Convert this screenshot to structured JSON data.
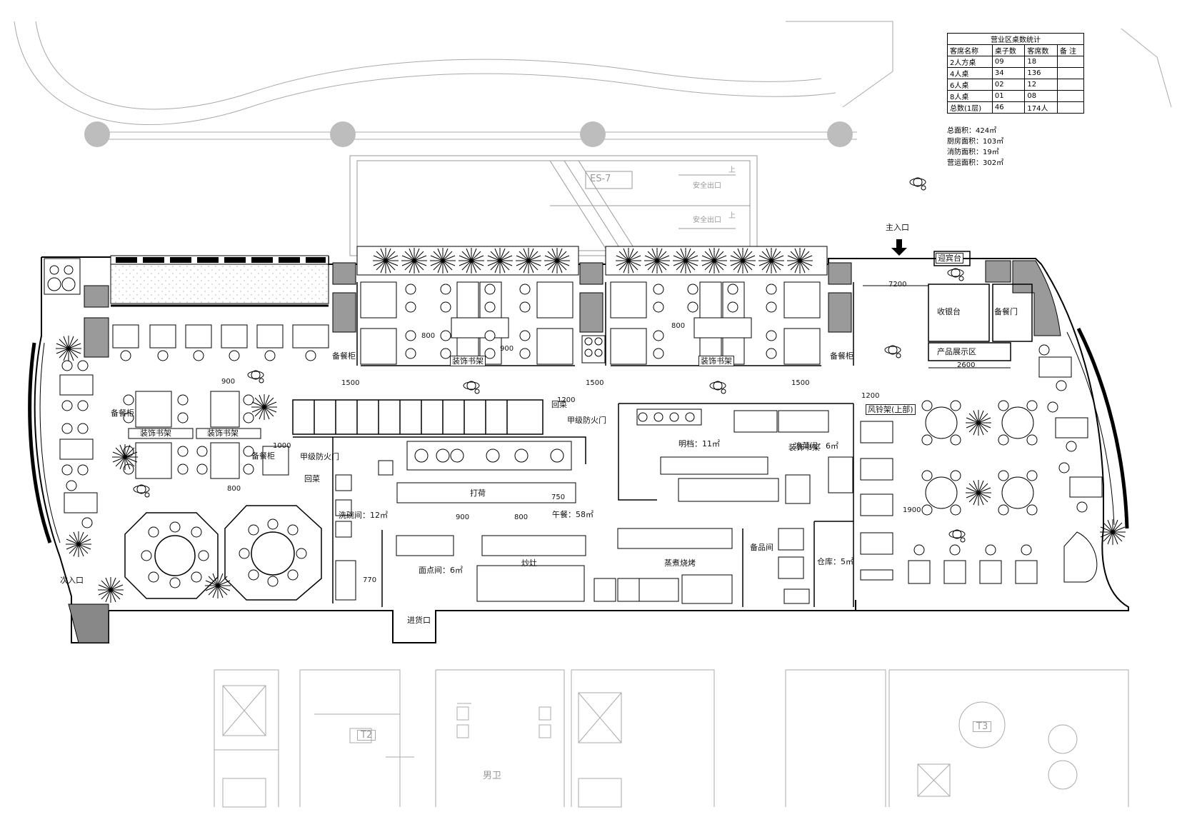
{
  "stats_table": {
    "title": "营业区桌数统计",
    "headers": [
      "客席名称",
      "桌子数",
      "客席数",
      "备 注"
    ],
    "rows": [
      [
        "2人方桌",
        "09",
        "18",
        ""
      ],
      [
        "4人桌",
        "34",
        "136",
        ""
      ],
      [
        "6人桌",
        "02",
        "12",
        ""
      ],
      [
        "8人桌",
        "01",
        "08",
        ""
      ],
      [
        "总数(1层)",
        "46",
        "174人",
        ""
      ]
    ]
  },
  "areas": [
    "总面积：424㎡",
    "厨房面积：103㎡",
    "消防面积：19㎡",
    "营运面积：302㎡"
  ],
  "labels": {
    "escalator": "ES-7",
    "main_entrance": "主入口",
    "reception": "迎宾台",
    "cashier": "收银台",
    "service_door": "备餐门",
    "product_display": "产品展示区",
    "wind_chime": "风铃架(上部)",
    "prep_left": "备餐柜",
    "prep_mid": "备餐柜",
    "prep_right": "备餐柜",
    "prep_cab": "备餐柜",
    "decor_rack_1": "装饰书架",
    "decor_rack_2": "装饰书架",
    "decor_rack_3": "装饰书架",
    "decor_rack_4": "装饰书架",
    "decor_rack_5": "装饰书架",
    "fire_door_a": "甲级防火门",
    "fire_door_b": "甲级防火门",
    "return_a": "回菜",
    "return_b": "回菜",
    "washroom": "洗碗间：12㎡",
    "pass": "打荷",
    "lunch": "午餐：58㎡",
    "bright_kitchen": "明档：11㎡",
    "cold_dish": "凉菜间：6㎡",
    "bakery": "面点间：6㎡",
    "fry": "炒灶",
    "hot_kitchen": "蒸煮烧烤",
    "pantry": "备品间",
    "storage": "仓库：5㎡",
    "secondary_entrance": "次入口",
    "goods_entrance": "进货口",
    "t2": "T2",
    "t3": "T3",
    "male_wc": "男卫",
    "esc_down_1": "安全出口",
    "esc_down_2": "安全出口",
    "up_1": "上",
    "up_2": "上"
  },
  "dimensions": [
    "7200",
    "2600",
    "1200",
    "1500",
    "1500",
    "1500",
    "800",
    "800",
    "900",
    "900",
    "800",
    "750",
    "1200",
    "1900",
    "1000",
    "770",
    "900",
    "800"
  ],
  "icons": {
    "arrow": "down-arrow-icon",
    "plant": "potted-plant-icon",
    "person": "person-icon",
    "column": "column-icon"
  },
  "colors": {
    "line": "#000000",
    "gray_fill": "#9a9a9a",
    "light_line": "#aaaaaa"
  }
}
